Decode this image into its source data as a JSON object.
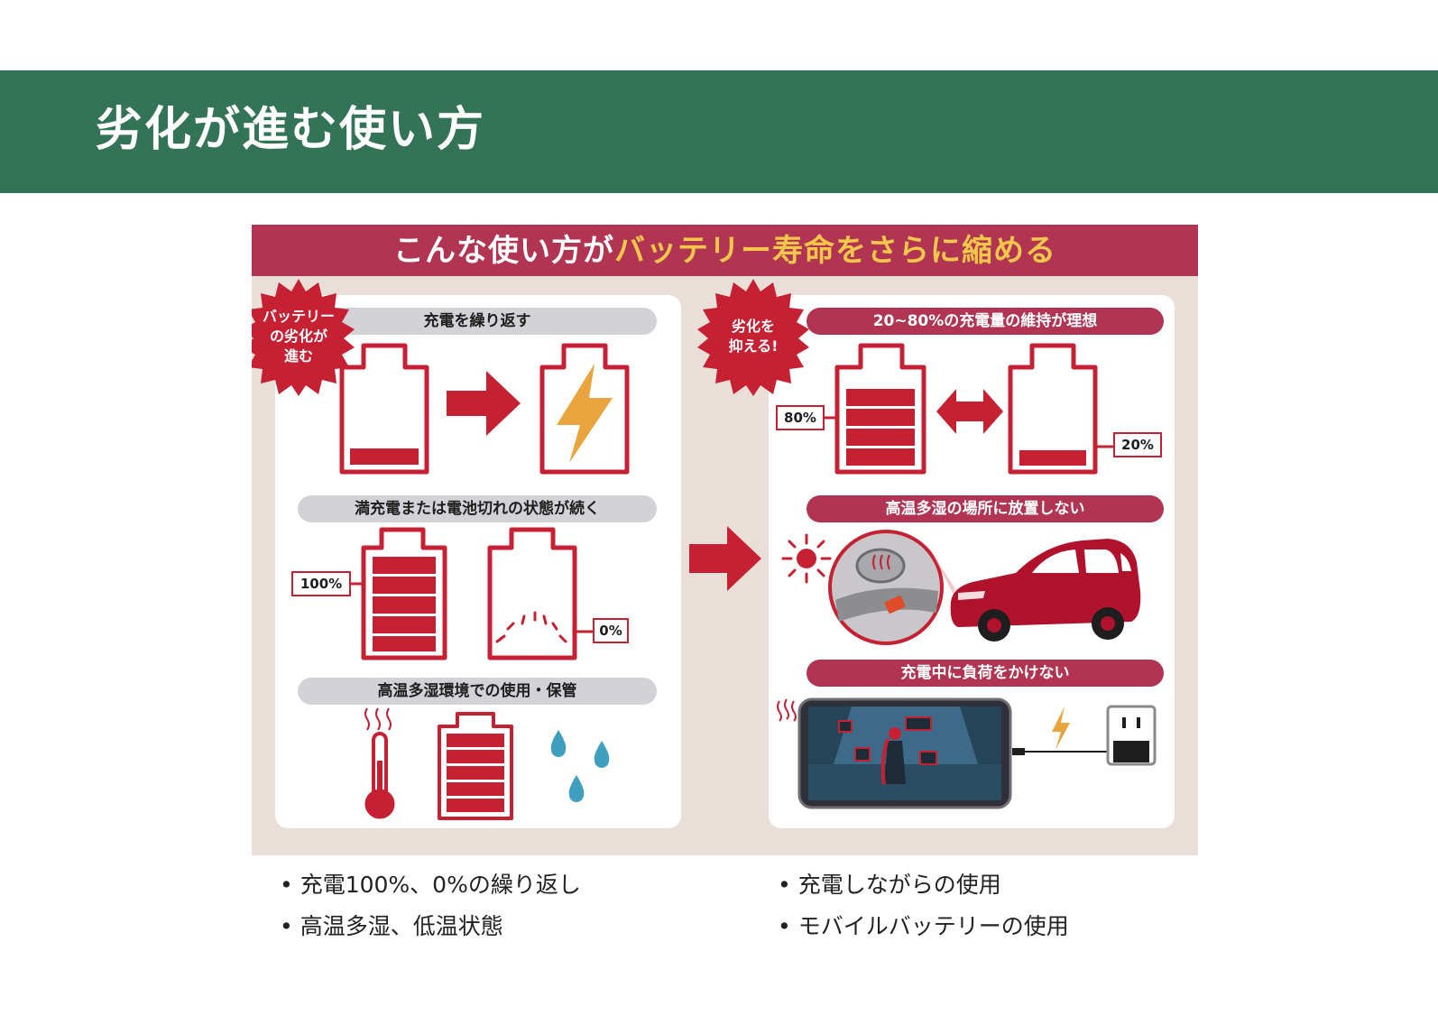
{
  "page_title": "劣化が進む使い方",
  "infographic": {
    "title_plain": "こんな使い方が",
    "title_highlight": "バッテリー寿命をさらに縮める",
    "left_panel": {
      "badge": [
        "バッテリー",
        "の劣化が",
        "進む"
      ],
      "sections": [
        {
          "label": "充電を繰り返す"
        },
        {
          "label": "満充電または電池切れの状態が続く",
          "tag_full": "100%",
          "tag_empty": "0%"
        },
        {
          "label": "高温多湿環境での使用・保管"
        }
      ]
    },
    "right_panel": {
      "badge": [
        "劣化を",
        "抑える!"
      ],
      "sections": [
        {
          "label": "20~80%の充電量の維持が理想",
          "tag_high": "80%",
          "tag_low": "20%"
        },
        {
          "label": "高温多湿の場所に放置しない"
        },
        {
          "label": "充電中に負荷をかけない"
        }
      ]
    },
    "colors": {
      "accent_red": "#c62033",
      "banner": "#b13553",
      "highlight": "#f4c64a",
      "header_green": "#337357"
    }
  },
  "bullets_left": [
    "充電100%、0%の繰り返し",
    "高温多湿、低温状態"
  ],
  "bullets_right": [
    "充電しながらの使用",
    "モバイルバッテリーの使用"
  ]
}
